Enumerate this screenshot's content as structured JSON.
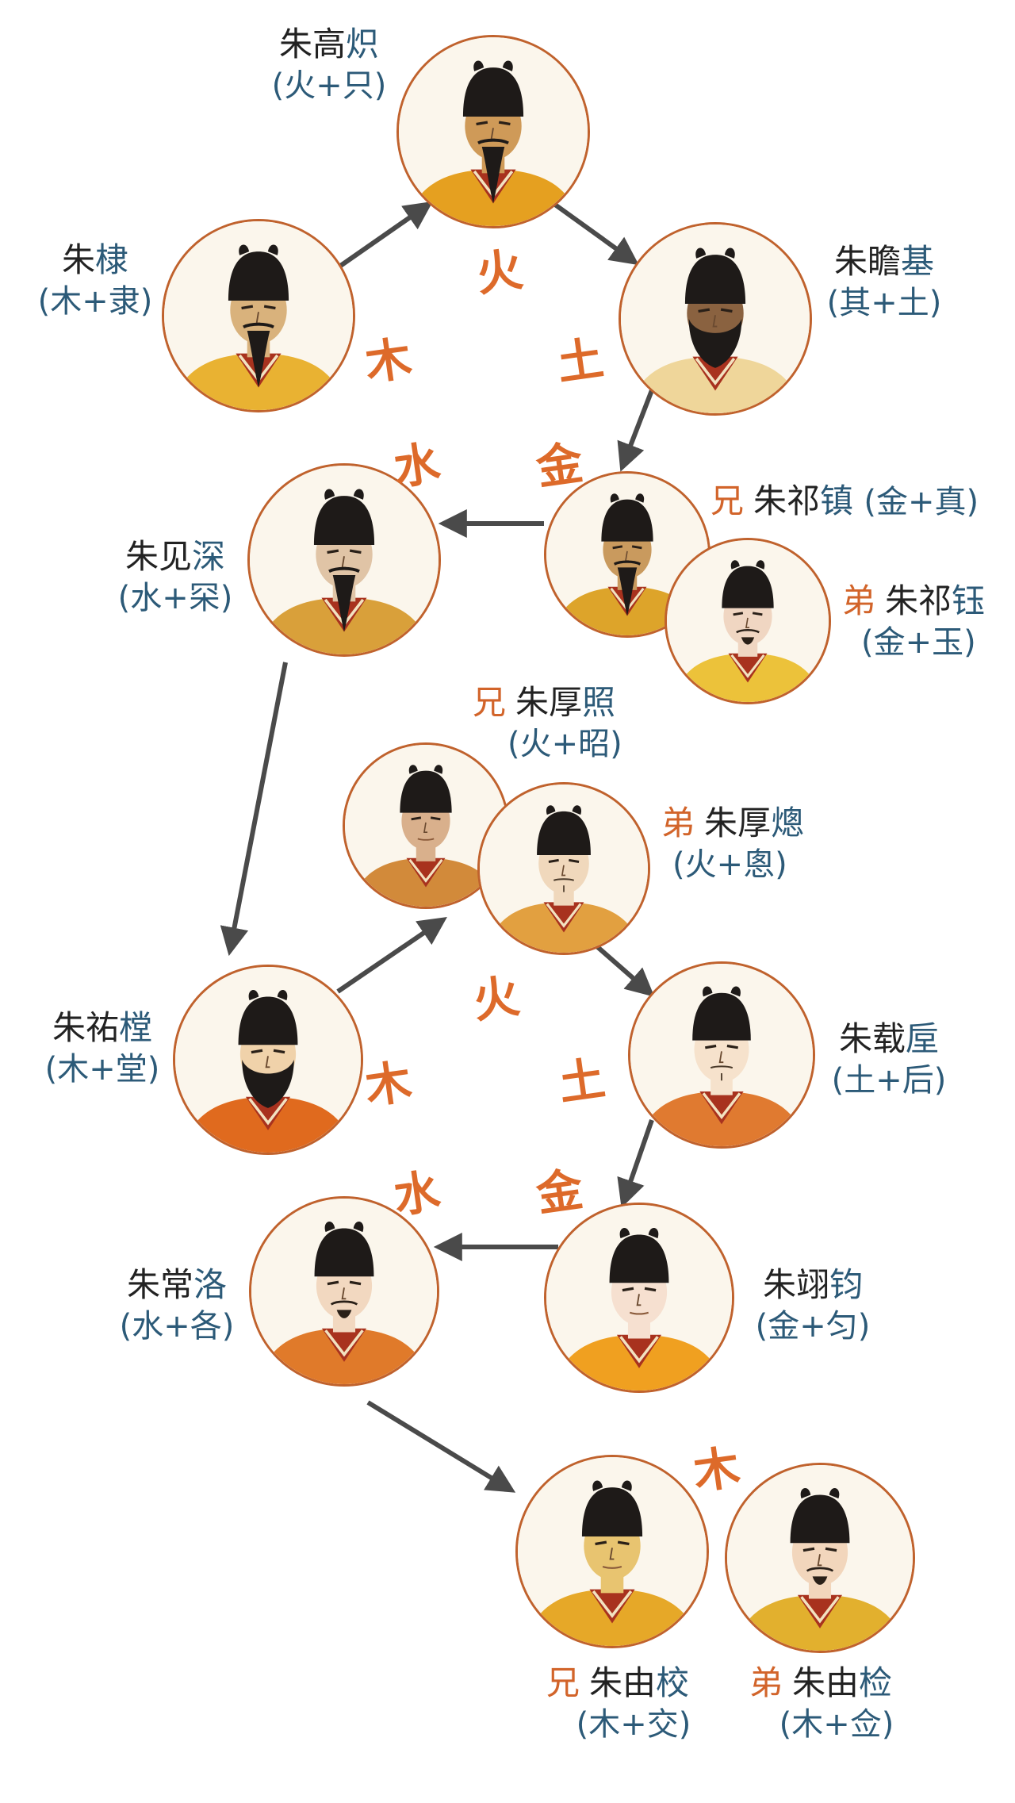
{
  "colors": {
    "border": "#c0622d",
    "name": "#222222",
    "highlight": "#2c5a78",
    "rank": "#d2642a",
    "element": "#dd6a2a",
    "arrow": "#4a4a4a"
  },
  "people": {
    "gaochi": {
      "pre": "朱高",
      "hl": "炽",
      "formula": "(火+只)"
    },
    "di": {
      "pre": "朱",
      "hl": "棣",
      "formula": "(木+隶)"
    },
    "zhanji": {
      "pre": "朱瞻",
      "hl": "基",
      "formula": "(其+土)"
    },
    "qizhen": {
      "rank": "兄",
      "pre": "朱祁",
      "hl": "镇",
      "formula": "(金+真)"
    },
    "qiyu": {
      "rank": "弟",
      "pre": "朱祁",
      "hl": "钰",
      "formula": "(金+玉)"
    },
    "jianshen": {
      "pre": "朱见",
      "hl": "深",
      "formula": "(水+罙)"
    },
    "houzhao": {
      "rank": "兄",
      "pre": "朱厚",
      "hl": "照",
      "formula": "(火+昭)"
    },
    "houcong": {
      "rank": "弟",
      "pre": "朱厚",
      "hl": "熜",
      "formula": "(火+悤)"
    },
    "youcheng": {
      "pre": "朱祐",
      "hl": "樘",
      "formula": "(木+堂)"
    },
    "zaihou": {
      "pre": "朱载",
      "hl": "垕",
      "formula": "(土+后)"
    },
    "changluo": {
      "pre": "朱常",
      "hl": "洛",
      "formula": "(水+各)"
    },
    "yijun": {
      "pre": "朱翊",
      "hl": "钧",
      "formula": "(金+匀)"
    },
    "youxiao": {
      "rank": "兄",
      "pre": "朱由",
      "hl": "校",
      "formula": "(木+交)"
    },
    "youjian": {
      "rank": "弟",
      "pre": "朱由",
      "hl": "检",
      "formula": "(木+佥)"
    }
  },
  "elements": {
    "huo1": "火",
    "mu1": "木",
    "tu1": "土",
    "shui1": "水",
    "jin1": "金",
    "huo2": "火",
    "mu2": "木",
    "tu2": "土",
    "shui2": "水",
    "jin2": "金",
    "mu3": "木"
  }
}
